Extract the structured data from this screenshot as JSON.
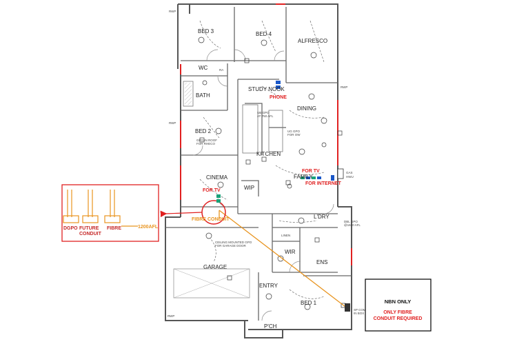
{
  "rooms": {
    "bed3": "BED 3",
    "bed4": "BED 4",
    "alfresco": "ALFRESCO",
    "wc": "WC",
    "ra": "RA",
    "study_nook": "STUDY NOOK",
    "bath": "BATH",
    "dining": "DINING",
    "bed2": "BED 2",
    "kitchen": "KITCHEN",
    "cinema": "CINEMA",
    "family": "FAMILY",
    "wip": "WIP",
    "ldry": "L'DRY",
    "garage": "GARAGE",
    "wir": "WIR",
    "ens": "ENS",
    "linen": "LINEN",
    "entry": "ENTRY",
    "bed1": "BED 1",
    "pch": "P'CH",
    "gas_hwu": "GAS\nHWU"
  },
  "annotations": {
    "phone": "PHONE",
    "for_tv_top": "FOR TV",
    "for_internet": "FOR INTERNET",
    "for_tv_cinema": "FOR TV",
    "fibre_conduit": "FIBRE CONDUIT",
    "gpo_roof": "GPO IN ROOF\nFOR RHECO",
    "gpo_garage": "CEILING MOUNTED GPO\nFOR GARAGE DOOR",
    "ug_gpo_ow": "UG GPO\nFOR OW",
    "gpo_afl": "DBL GPO\n@1650 AFL",
    "gpo_2m": "UB GPO\nAT 750 AFL",
    "rwp": "RWP",
    "sp_comb": "SP COMB\nIN BOX"
  },
  "detail": {
    "dgpo_label": "DGPO",
    "future_conduit_label": "FUTURE\nCONDUIT",
    "fibre_label": "FIBRE",
    "dimension_label": "1200AFL"
  },
  "note": {
    "line1": "NBN ONLY",
    "line2": "ONLY FIBRE",
    "line3": "CONDUIT REQUIRED"
  },
  "colors": {
    "red": "#e02020",
    "orange": "#e8941f",
    "blue": "#1a57c8",
    "teal": "#1aa37a"
  }
}
